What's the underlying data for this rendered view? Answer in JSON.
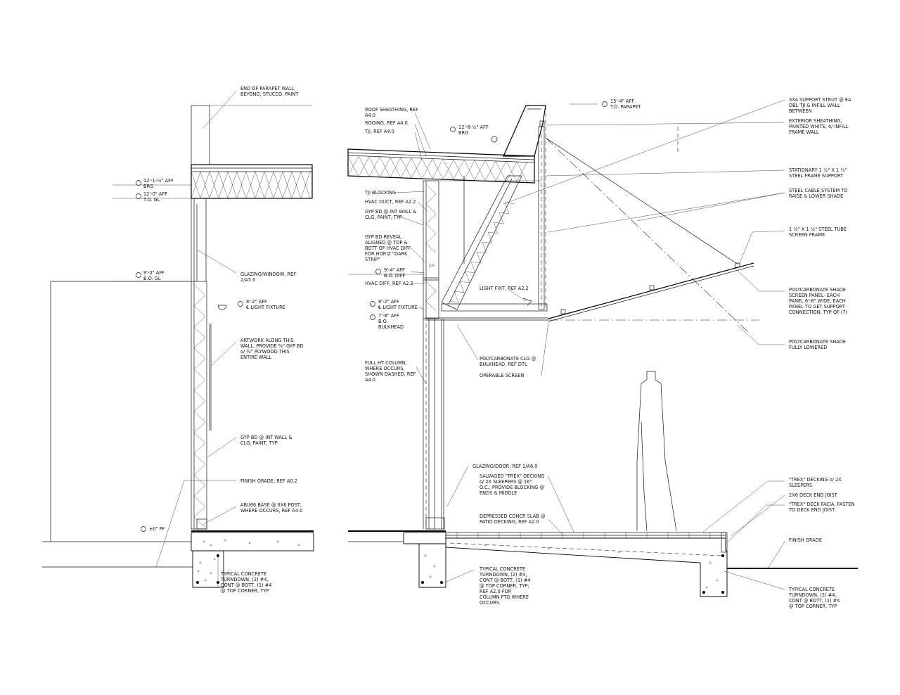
{
  "left_section": {
    "notes": {
      "parapet": [
        "END OF PARAPET WALL",
        "BEYOND, STUCCO, PAINT"
      ],
      "glazing": [
        "GLAZING/WINDOW, REF",
        "2/A5.0"
      ],
      "artwork": [
        "ARTWORK ALONG THIS",
        "WALL, PROVIDE ⅝\" GYP BD",
        "o/ ¾\" PLYWOOD THIS",
        "ENTIRE WALL"
      ],
      "gyp": [
        "GYP BD @ INT WALL &",
        "CLG, PAINT, TYP"
      ],
      "grade": [
        "FINISH GRADE, REF A0.2"
      ],
      "abu": [
        "ABU66 BASE @ 6X6 POST,",
        "WHERE OCCURS, REF A4.0"
      ],
      "turndown": [
        "TYPICAL CONCRETE",
        "TURNDOWN, (2) #4,",
        "CONT @ BOTT, (1) #4",
        "@ TOP CORNER, TYP"
      ]
    },
    "elevations": {
      "brg": [
        "12'-1-½\" AFF",
        "BRG"
      ],
      "togl": [
        "12'-0\" AFF",
        "T.O. GL"
      ],
      "bogl": [
        "9'-0\" AFF",
        "B.O. GL"
      ],
      "light": [
        "8'-2\" AFF",
        "℄ LIGHT FIXTURE"
      ],
      "ff": [
        "±0\" FF"
      ]
    }
  },
  "right_section": {
    "notes": {
      "roof": [
        "ROOF SHEATHING, REF",
        "A4.0",
        "ROOING, REF A4.0",
        "TJI, REF A4.0"
      ],
      "tji_blocking": [
        "TJI BLOCKING"
      ],
      "hvac_duct": [
        "HVAC DUCT, REF A2.2"
      ],
      "gyp": [
        "GYP BD @ INT WALL &",
        "CLG, PAINT, TYP"
      ],
      "reveal": [
        "GYP BD REVEAL",
        "ALIGNED @ TOP &",
        "BOTT OF HVAC DIFF",
        "FOR HORIZ \"DARK",
        "STRIP\""
      ],
      "hvac_diff": [
        "HVAC DIFF, REF A2.2"
      ],
      "light_fixt": [
        "LIGHT FIXT, REF A2.2"
      ],
      "poly_clg": [
        "POLYCARBONATE CLG @",
        "BULKHEAD, REF DTL"
      ],
      "operable": [
        "OPERABLE SCREEN"
      ],
      "column": [
        "FULL HT COLUMN,",
        "WHERE OCCURS,",
        "SHOWN DASHED, REF",
        "A4.0"
      ],
      "glazing_door": [
        "GLAZING/DOOR, REF 1/A6.0"
      ],
      "salvaged": [
        "SALVAGED \"TREX\" DECKING",
        "o/ 2X SLEEPERS @ 16\"",
        "O.C., PROVIDE BLOCKING @",
        "ENDS & MIDDLE"
      ],
      "depressed": [
        "DEPRESSED CONCR SLAB @",
        "PATIO DECKING, REF A2.0"
      ],
      "turndown": [
        "TYPICAL CONCRETE",
        "TURNDOWN, (2) #4,",
        "CONT @ BOTT, (1) #4",
        "@ TOP CORNER, TYP;",
        "REF A2.0 FOR",
        "COLUMN FTG WHERE",
        "OCCURS"
      ],
      "strut": [
        "3X4 SUPPORT STRUT @ EA",
        "DBL TJI & INFILL WALL",
        "BETWEEN"
      ],
      "ext_sheathing": [
        "EXTERIOR SHEATHING,",
        "PAINTED WHITE, o/ INFILL",
        "FRAME WALL"
      ],
      "stationary": [
        "STATIONARY 1 ½\" X 1 ½\"",
        "STEEL FRAME SUPPORT"
      ],
      "cable": [
        "STEEL CABLE SYSTEM TO",
        "RAISE & LOWER SHADE"
      ],
      "tube": [
        "1 ½\" X 1 ½\" STEEL TUBE",
        "SCREEN FRAME"
      ],
      "shade_panel": [
        "POLYCARBONATE SHADE",
        "SCREEN PANEL- EACH",
        "PANEL 6'-8\" WIDE, EACH",
        "PANEL TO GET SUPPORT",
        "CONNECTION, TYP OF (7)"
      ],
      "shade_lowered": [
        "POLYCARBONATE SHADE",
        "FULLY LOWERED"
      ],
      "trex_decking": [
        "\"TREX\" DECKING o/ 2X",
        "SLEEPERS"
      ],
      "deck_joist": [
        "2X6 DECK END JOIST"
      ],
      "deck_facia": [
        "\"TREX\" DECK FACIA, FASTEN",
        "TO DECK END JOIST"
      ],
      "finish_grade": [
        "FINISH GRADE"
      ],
      "turndown2": [
        "TYPICAL CONCRETE",
        "TURNDOWN, (2) #4,",
        "CONT @ BOTT, (1) #4",
        "@ TOP CORNER, TYP"
      ]
    },
    "elevations": {
      "parapet": [
        "15'-4\" AFF",
        "T.O. PARAPET"
      ],
      "brg": [
        "12'-8-½\" AFF",
        "BRG"
      ],
      "diff": [
        "9'-4\" AFF",
        "B.O. DIFF"
      ],
      "light": [
        "8'-2\" AFF",
        "℄ LIGHT FIXTURE"
      ],
      "bulkhead": [
        "7'-8\" AFF",
        "B.O.",
        "BULKHEAD"
      ],
      "small_dim": [
        "1½"
      ]
    }
  }
}
